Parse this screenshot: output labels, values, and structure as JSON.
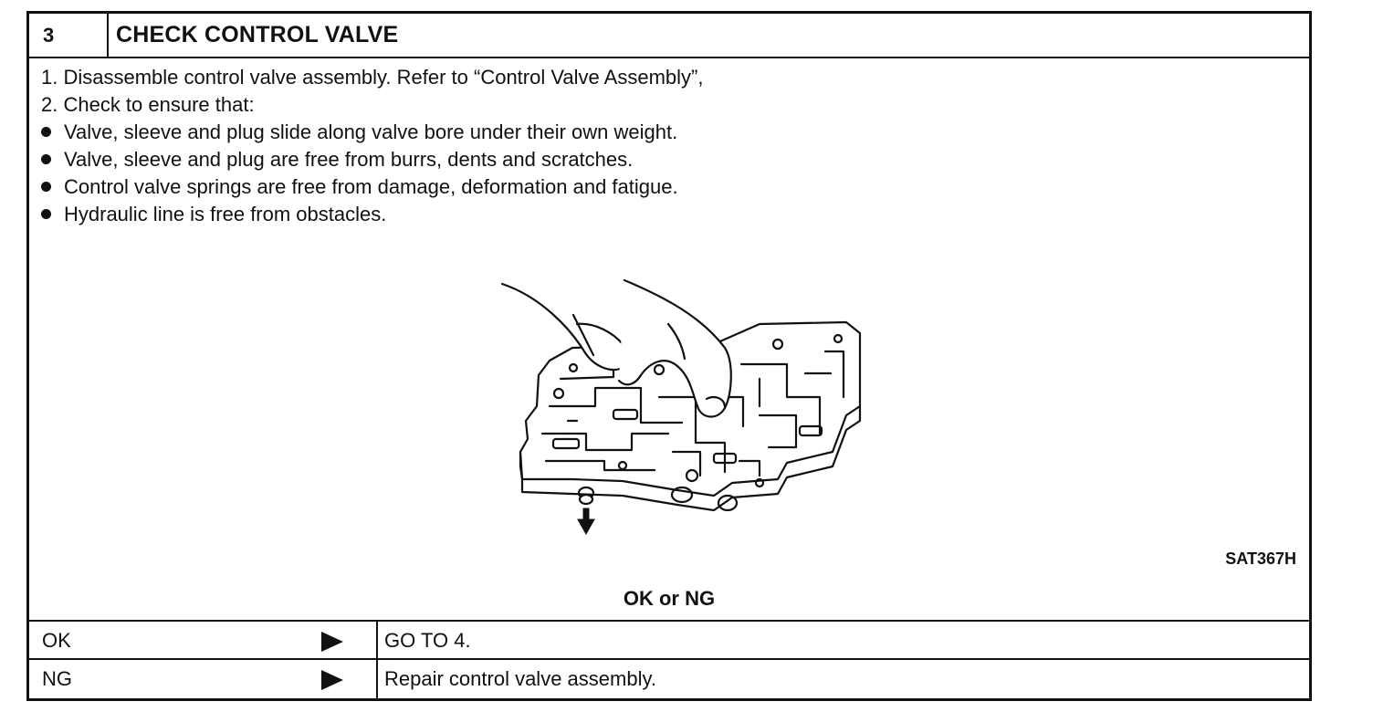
{
  "header": {
    "step_number": "3",
    "title": "CHECK CONTROL VALVE"
  },
  "instructions": [
    {
      "type": "numbered",
      "text": "1.  Disassemble control valve assembly. Refer to “Control Valve Assembly”,"
    },
    {
      "type": "numbered",
      "text": "2.  Check to ensure that:"
    },
    {
      "type": "bullet",
      "text": "Valve, sleeve and plug slide along valve bore under their own weight."
    },
    {
      "type": "bullet",
      "text": "Valve, sleeve and plug are free from burrs, dents and scratches."
    },
    {
      "type": "bullet",
      "text": "Control valve springs are free from damage, deformation and fatigue."
    },
    {
      "type": "bullet",
      "text": "Hydraulic line is free from obstacles."
    }
  ],
  "figure": {
    "id": "SAT367H",
    "icon": "control-valve-illustration"
  },
  "question": "OK or NG",
  "results": [
    {
      "condition": "OK",
      "action": "GO TO 4."
    },
    {
      "condition": "NG",
      "action": "Repair control valve assembly."
    }
  ]
}
